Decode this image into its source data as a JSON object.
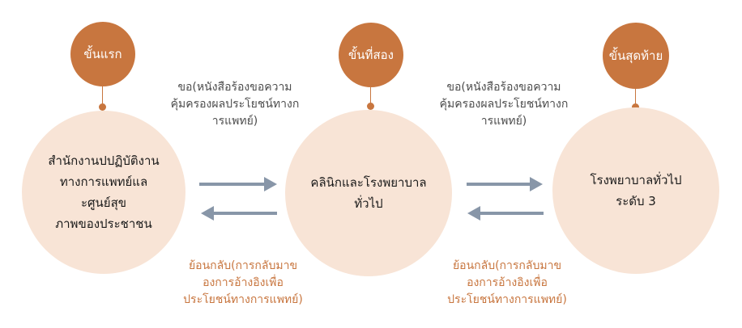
{
  "colors": {
    "circle_fill": "#f8e4d6",
    "accent": "#c8763f",
    "arrow": "#8896a8",
    "request_text": "#4d4d4d"
  },
  "steps": [
    {
      "badge": "ขั้นแรก",
      "label": "สำนักงานปปฏิบัติงาน\nทางการแพทย์แล\nะศูนย์สุข\nภาพของประชาชน"
    },
    {
      "badge": "ขั้นที่สอง",
      "label": "คลินิกและโรงพยาบาล\nทั่วไป"
    },
    {
      "badge": "ขั้นสุดท้าย",
      "label": "โรงพยาบาลทั่วไป\nระดับ 3"
    }
  ],
  "requests": [
    "ขอ(หนังสือร้องขอความ\nคุ้มครองผลประโยชน์ทางก\nารแพทย์)",
    "ขอ(หนังสือร้องขอความ\nคุ้มครองผลประโยชน์ทางก\nารแพทย์)"
  ],
  "returns": [
    "ย้อนกลับ(การกลับมาข\nองการอ้างอิงเพื่อ\nประโยชน์ทางการแพทย์)",
    "ย้อนกลับ(การกลับมาข\nองการอ้างอิงเพื่อ\nประโยชน์ทางการแพทย์)"
  ]
}
